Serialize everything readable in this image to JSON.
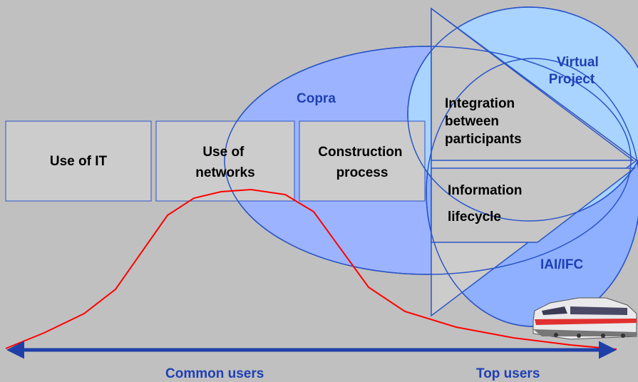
{
  "boxes": {
    "use_of_it": [
      "Use of IT"
    ],
    "use_of_networks": [
      "Use of",
      "networks"
    ],
    "construction_process": [
      "Construction",
      "process"
    ]
  },
  "triangle": {
    "integration": [
      "Integration",
      "between",
      "participants"
    ],
    "information": [
      "Information",
      "lifecycle"
    ]
  },
  "ellipses": {
    "copra": "Copra",
    "virtual_project": [
      "Virtual",
      "Project"
    ],
    "iai_ifc": "IAI/IFC"
  },
  "axis": {
    "left_label": "Common users",
    "right_label": "Top users"
  },
  "colors": {
    "background": "#c0c0c0",
    "ellipse_fill": "#9cb4ff",
    "ellipse_fill_light": "#a8d4ff",
    "ellipse_stroke": "#2b55c8",
    "box_fill": "#cccccc",
    "curve": "#ff0000",
    "arrow": "#1f3fa8",
    "label_blue": "#1f3fb4"
  },
  "icons": {
    "train": "high-speed-train-icon"
  }
}
